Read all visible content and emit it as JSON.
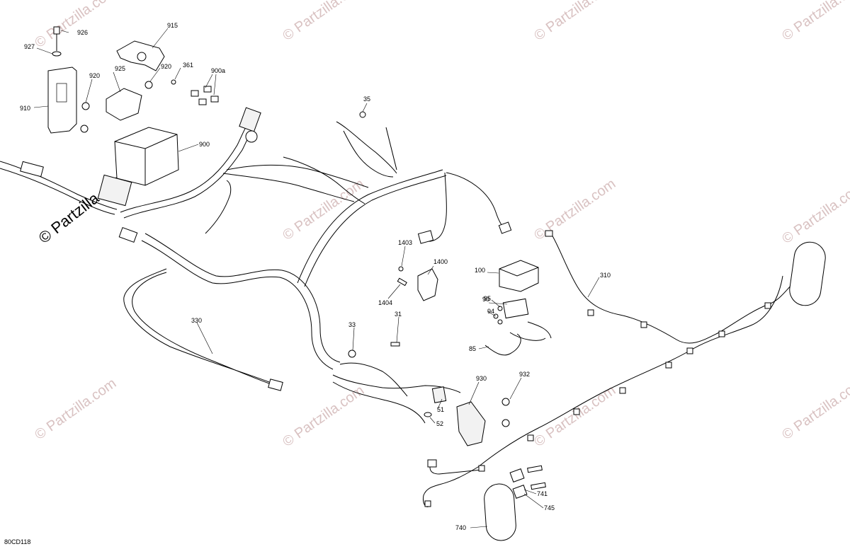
{
  "watermark": {
    "text": "© Partzilla.com",
    "color": "#d9c2c2"
  },
  "diagram_code": "80CD118",
  "callouts": [
    {
      "id": "926",
      "label": "926"
    },
    {
      "id": "927",
      "label": "927"
    },
    {
      "id": "915",
      "label": "915"
    },
    {
      "id": "920a",
      "label": "920"
    },
    {
      "id": "920b",
      "label": "920"
    },
    {
      "id": "925",
      "label": "925"
    },
    {
      "id": "361",
      "label": "361"
    },
    {
      "id": "900a",
      "label": "900a"
    },
    {
      "id": "910",
      "label": "910"
    },
    {
      "id": "900",
      "label": "900"
    },
    {
      "id": "35",
      "label": "35"
    },
    {
      "id": "1403",
      "label": "1403"
    },
    {
      "id": "1400",
      "label": "1400"
    },
    {
      "id": "1404",
      "label": "1404"
    },
    {
      "id": "100",
      "label": "100"
    },
    {
      "id": "95",
      "label": "95"
    },
    {
      "id": "90",
      "label": "90"
    },
    {
      "id": "94",
      "label": "94"
    },
    {
      "id": "85",
      "label": "85"
    },
    {
      "id": "310",
      "label": "310"
    },
    {
      "id": "330",
      "label": "330"
    },
    {
      "id": "33",
      "label": "33"
    },
    {
      "id": "31",
      "label": "31"
    },
    {
      "id": "930",
      "label": "930"
    },
    {
      "id": "932",
      "label": "932"
    },
    {
      "id": "51",
      "label": "51"
    },
    {
      "id": "52",
      "label": "52"
    },
    {
      "id": "741",
      "label": "741"
    },
    {
      "id": "745",
      "label": "745"
    },
    {
      "id": "740",
      "label": "740"
    }
  ]
}
